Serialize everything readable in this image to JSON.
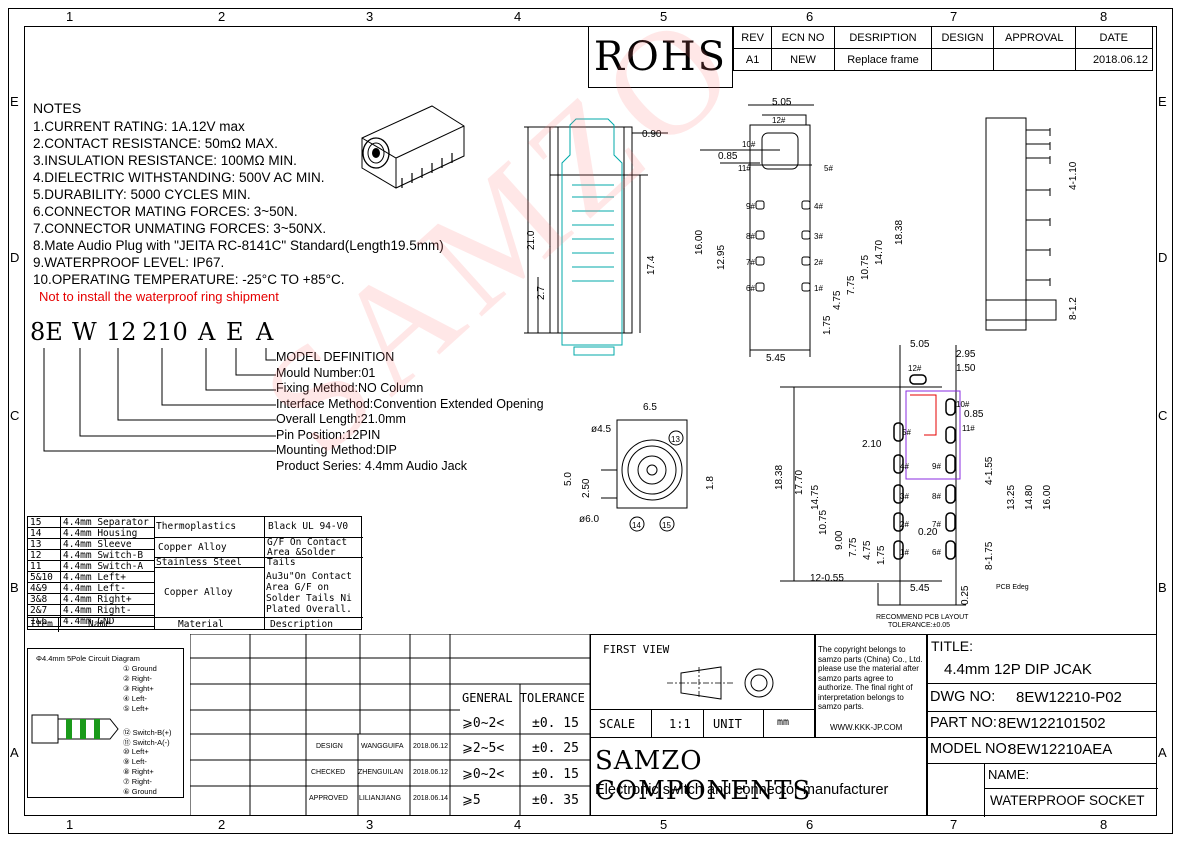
{
  "zones": {
    "columns": [
      "1",
      "2",
      "3",
      "4",
      "5",
      "6",
      "7",
      "8"
    ],
    "rows": [
      "E",
      "D",
      "C",
      "B",
      "A"
    ]
  },
  "rohs": "ROHS",
  "revision_table": {
    "headers": [
      "REV",
      "ECN NO",
      "DESRIPTION",
      "DESIGN",
      "APPROVAL",
      "DATE"
    ],
    "row": [
      "A1",
      "NEW",
      "Replace frame",
      "",
      "",
      "2018.06.12"
    ]
  },
  "notes": {
    "title": "NOTES",
    "items": [
      "1.CURRENT RATING: 1A.12V max",
      "2.CONTACT RESISTANCE: 50mΩ MAX.",
      "3.INSULATION RESISTANCE: 100MΩ MIN.",
      "4.DIELECTRIC WITHSTANDING: 500V AC MIN.",
      "5.DURABILITY: 5000 CYCLES MIN.",
      "6.CONNECTOR MATING FORCES: 3~50N.",
      "7.CONNECTOR UNMATING FORCES: 3~50NX.",
      "8.Mate Audio Plug with \"JEITA RC-8141C\" Standard(Length19.5mm)",
      "9.WATERPROOF LEVEL: IP67.",
      "10.OPERATING TEMPERATURE: -25°C TO +85°C."
    ],
    "warning": "Not to install the waterproof ring shipment"
  },
  "model_code": [
    "8E",
    "W",
    "12",
    "210",
    "A",
    "E",
    "A"
  ],
  "model_definition": [
    "MODEL DEFINITION",
    "Mould Number:01",
    "Fixing Method:NO Column",
    "Interface Method:Convention Extended Opening",
    "Overall Length:21.0mm",
    "Pin Position:12PIN",
    "Mounting Method:DIP",
    "Product Series: 4.4mm Audio Jack"
  ],
  "materials": {
    "rows": [
      [
        "15",
        "4.4mm  Separator"
      ],
      [
        "14",
        "4.4mm  Housing"
      ],
      [
        "13",
        "4.4mm  Sleeve"
      ],
      [
        "12",
        "4.4mm  Switch-B"
      ],
      [
        "11",
        "4.4mm  Switch-A"
      ],
      [
        "5&10",
        "4.4mm  Left+"
      ],
      [
        "4&9",
        "4.4mm  Left-"
      ],
      [
        "3&8",
        "4.4mm  Right+"
      ],
      [
        "2&7",
        "4.4mm  Right-"
      ],
      [
        "1&6",
        "4.4mm  GND"
      ]
    ],
    "groups": [
      {
        "material": "Thermoplastics",
        "desc": "Black  UL  94-V0"
      },
      {
        "material": "Copper  Alloy",
        "desc": "G/F On Contact Area &Solder Tails"
      },
      {
        "material": "Stainless  Steel",
        "desc": ""
      },
      {
        "material": "Copper  Alloy",
        "desc": "Au3u\"On Contact Area G/F on Solder Tails Ni Plated Overall."
      }
    ],
    "footer": [
      "Item",
      "Name",
      "Material",
      "Description"
    ]
  },
  "circuit": {
    "title": "Φ4.4mm  5Pole Circuit Diagram",
    "labels": [
      "① Ground",
      "② Right-",
      "③ Right+",
      "④ Left-",
      "⑤ Left+",
      "⑫ Switch-B(+)",
      "⑪ Switch-A(-)",
      "⑩ Left+",
      "⑨ Left-",
      "⑧ Right+",
      "⑦ Right-",
      "⑥ Ground"
    ]
  },
  "signoff": {
    "rows": [
      {
        "role": "DESIGN",
        "name": "WANGGUIFA",
        "date": "2018.06.12"
      },
      {
        "role": "CHECKED",
        "name": "ZHENGUILAN",
        "date": "2018.06.12"
      },
      {
        "role": "APPROVED",
        "name": "LILIANJIANG",
        "date": "2018.06.14"
      }
    ]
  },
  "tolerance": {
    "title": "GENERAL  TOLERANCE",
    "rows": [
      [
        "⩾0~2<",
        "±0. 15"
      ],
      [
        "⩾2~5<",
        "±0. 25"
      ],
      [
        "⩾0~2<",
        "±0. 15"
      ],
      [
        "⩾5",
        "±0. 35"
      ]
    ]
  },
  "first_view": "FIRST  VIEW",
  "scale": {
    "label": "SCALE",
    "value": "1:1",
    "unit_label": "UNIT",
    "unit": "mm"
  },
  "company": {
    "name": "SAMZO  COMPONENTS",
    "tagline": "Electronic switch and connector manufacturer"
  },
  "copyright": "The copyright belongs to samzo parts (China) Co., Ltd. please use the material after samzo parts agree to authorize. The final right of interpretation belongs to samzo parts.",
  "website": "WWW.KKK-JP.COM",
  "title_block": {
    "title_label": "TITLE:",
    "title": "4.4mm 12P DIP JCAK",
    "dwg_label": "DWG NO:",
    "dwg": "8EW12210-P02",
    "part_label": "PART NO:",
    "part": "8EW122101502",
    "model_label": "MODEL NO:",
    "model": "8EW12210AEA",
    "name_label": "NAME:",
    "name": "WATERPROOF SOCKET"
  },
  "dims": {
    "side": [
      "0.90",
      "21.0",
      "17.4",
      "2.7"
    ],
    "bottom": [
      "5.05",
      "12#",
      "10#",
      "0.85",
      "11#",
      "5#",
      "9#",
      "4#",
      "8#",
      "3#",
      "7#",
      "2#",
      "6#",
      "1#",
      "16.00",
      "12.95",
      "18.38",
      "14.70",
      "10.75",
      "7.75",
      "4.75",
      "1.75",
      "5.45"
    ],
    "right_view": [
      "4-1.10",
      "8-1.2"
    ],
    "front": [
      "6.5",
      "ø4.5",
      "13",
      "5.0",
      "2.50",
      "1.8",
      "ø6.0",
      "14",
      "15"
    ],
    "pcb": [
      "5.05",
      "2.95",
      "1.50",
      "12#",
      "10#",
      "0.85",
      "11#",
      "2.10",
      "5#",
      "4#",
      "9#",
      "4-1.55",
      "3#",
      "8#",
      "2#",
      "7#",
      "1#",
      "6#",
      "18.38",
      "17.70",
      "14.75",
      "10.75",
      "9.00",
      "7.75",
      "4.75",
      "1.75",
      "13.25",
      "14.80",
      "16.00",
      "8-1.75",
      "12-0.55",
      "5.45",
      "0.20",
      "0.25",
      "PCB Edeg",
      "RECOMMEND PCB LAYOUT",
      "TOLERANCE:±0.05"
    ]
  },
  "watermark": "SAMZO"
}
